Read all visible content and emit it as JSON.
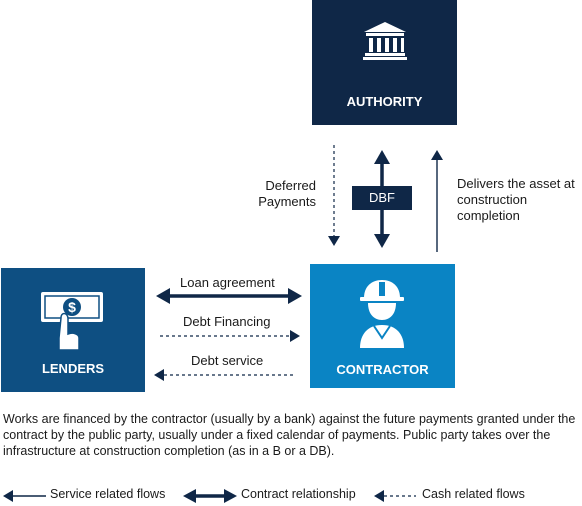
{
  "boxes": {
    "authority": {
      "label": "AUTHORITY",
      "icon": "government-building-icon"
    },
    "lenders": {
      "label": "LENDERS",
      "icon": "hand-holding-dollar-bill-icon"
    },
    "contractor": {
      "label": "CONTRACTOR",
      "icon": "construction-worker-icon"
    }
  },
  "flows": {
    "deferred_payments": "Deferred Payments",
    "dbf": "DBF",
    "delivers_asset": "Delivers the asset at construction completion",
    "loan_agreement": "Loan agreement",
    "debt_financing": "Debt Financing",
    "debt_service": "Debt service"
  },
  "description": "Works are financed by the contractor (usually by a bank) against the future payments granted under the contract by the public party, usually under a fixed calendar of payments. Public party takes over the infrastructure at construction completion (as in a B or a DB).",
  "legend": {
    "service": "Service related flows",
    "contract": "Contract relationship",
    "cash": "Cash related flows"
  },
  "colors": {
    "authority": "#0f2747",
    "lenders": "#0e4f82",
    "contractor": "#0a84c4",
    "arrow": "#0f2747"
  }
}
